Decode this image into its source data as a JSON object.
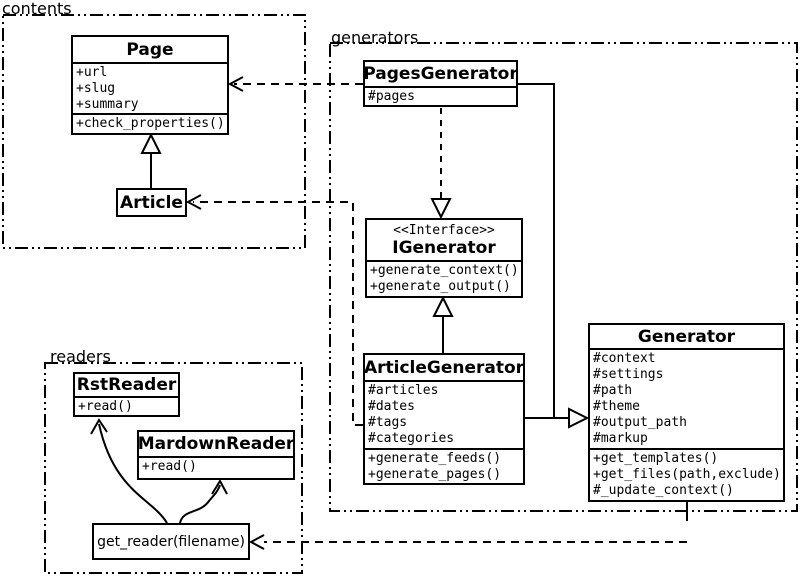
{
  "packages": {
    "contents": "contents",
    "generators": "generators",
    "readers": "readers"
  },
  "classes": {
    "page": {
      "name": "Page",
      "attrs": [
        "+url",
        "+slug",
        "+summary"
      ],
      "methods": [
        "+check_properties()"
      ]
    },
    "article": {
      "name": "Article"
    },
    "pages_generator": {
      "name": "PagesGenerator",
      "attrs": [
        "#pages"
      ]
    },
    "igenerator": {
      "stereotype": "<<Interface>>",
      "name": "IGenerator",
      "methods": [
        "+generate_context()",
        "+generate_output()"
      ]
    },
    "article_generator": {
      "name": "ArticleGenerator",
      "attrs": [
        "#articles",
        "#dates",
        "#tags",
        "#categories"
      ],
      "methods": [
        "+generate_feeds()",
        "+generate_pages()"
      ]
    },
    "generator": {
      "name": "Generator",
      "attrs": [
        "#context",
        "#settings",
        "#path",
        "#theme",
        "#output_path",
        "#markup"
      ],
      "methods": [
        "+get_templates()",
        "+get_files(path,exclude)",
        "#_update_context()"
      ]
    },
    "rst_reader": {
      "name": "RstReader",
      "methods": [
        "+read()"
      ]
    },
    "mardown_reader": {
      "name": "MardownReader",
      "methods": [
        "+read()"
      ]
    },
    "get_reader": {
      "label": "get_reader(filename)"
    }
  },
  "colors": {
    "stroke": "#000000",
    "background": "#ffffff"
  }
}
